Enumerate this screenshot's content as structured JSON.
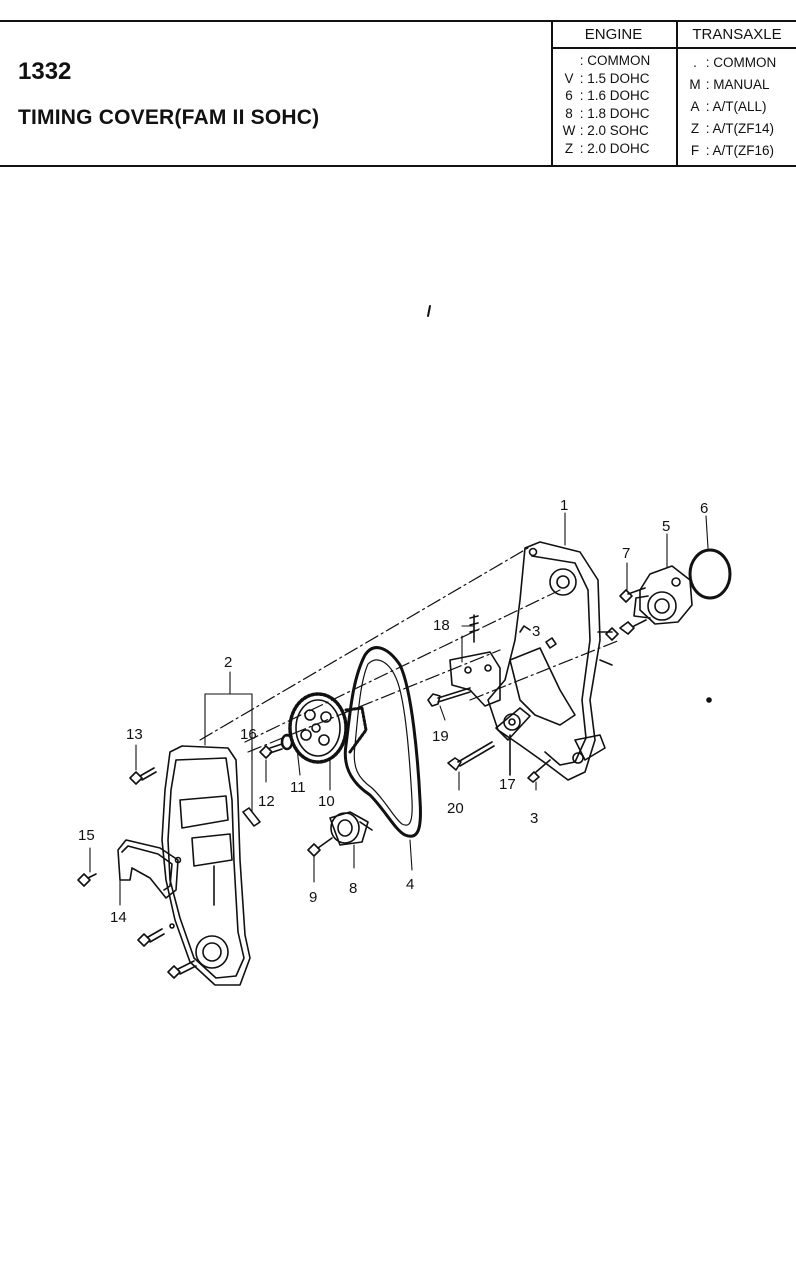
{
  "header": {
    "part_number": "1332",
    "title": "TIMING COVER(FAM II SOHC)"
  },
  "engine": {
    "heading": "ENGINE",
    "items": [
      {
        "code": "",
        "label": ": COMMON"
      },
      {
        "code": "V",
        "label": ": 1.5 DOHC"
      },
      {
        "code": "6",
        "label": ": 1.6 DOHC"
      },
      {
        "code": "8",
        "label": ": 1.8 DOHC"
      },
      {
        "code": "W",
        "label": ": 2.0 SOHC"
      },
      {
        "code": "Z",
        "label": ": 2.0 DOHC"
      }
    ]
  },
  "transaxle": {
    "heading": "TRANSAXLE",
    "items": [
      {
        "code": ".",
        "label": ": COMMON"
      },
      {
        "code": "M",
        "label": ": MANUAL"
      },
      {
        "code": "A",
        "label": ": A/T(ALL)"
      },
      {
        "code": "Z",
        "label": ": A/T(ZF14)"
      },
      {
        "code": "F",
        "label": ": A/T(ZF16)"
      }
    ]
  },
  "callouts": [
    "1",
    "2",
    "3",
    "3",
    "4",
    "5",
    "6",
    "7",
    "8",
    "9",
    "10",
    "11",
    "12",
    "13",
    "14",
    "15",
    "16",
    "17",
    "18",
    "19",
    "20"
  ]
}
